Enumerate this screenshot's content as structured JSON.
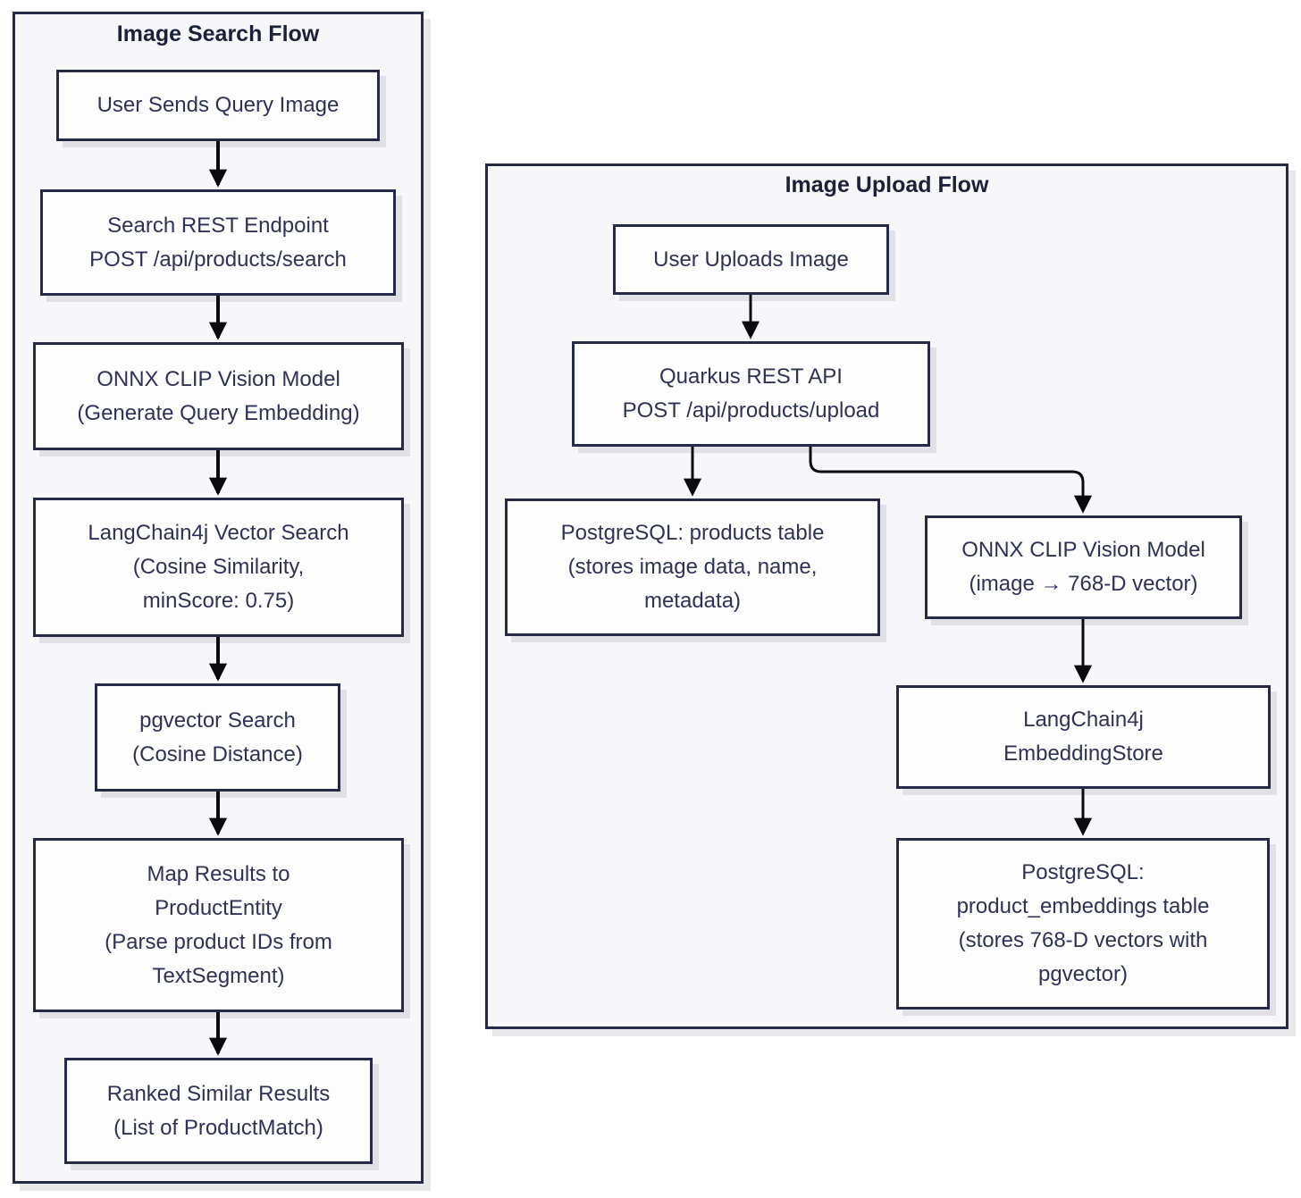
{
  "flows": {
    "search": {
      "title": "Image Search Flow",
      "nodes": {
        "user_query": {
          "lines": [
            "User Sends Query Image"
          ]
        },
        "search_endpoint": {
          "lines": [
            "Search REST Endpoint",
            "POST /api/products/search"
          ]
        },
        "onnx_clip": {
          "lines": [
            "ONNX CLIP Vision Model",
            "(Generate Query Embedding)"
          ]
        },
        "vector_search": {
          "lines": [
            "LangChain4j Vector Search",
            "(Cosine Similarity,",
            "minScore: 0.75)"
          ]
        },
        "pgvector_search": {
          "lines": [
            "pgvector Search",
            "(Cosine Distance)"
          ]
        },
        "map_results": {
          "lines": [
            "Map Results to",
            "ProductEntity",
            "(Parse product IDs from",
            "TextSegment)"
          ]
        },
        "ranked_results": {
          "lines": [
            "Ranked Similar Results",
            "(List of ProductMatch)"
          ]
        }
      }
    },
    "upload": {
      "title": "Image Upload Flow",
      "nodes": {
        "user_upload": {
          "lines": [
            "User Uploads Image"
          ]
        },
        "quarkus_api": {
          "lines": [
            "Quarkus REST API",
            "POST /api/products/upload"
          ]
        },
        "pg_products": {
          "lines": [
            "PostgreSQL: products table",
            "(stores image data, name,",
            "metadata)"
          ]
        },
        "onnx_clip": {
          "lines": [
            "ONNX CLIP Vision Model",
            "(image → 768-D vector)"
          ]
        },
        "embedding_store": {
          "lines": [
            "LangChain4j",
            "EmbeddingStore"
          ]
        },
        "pg_embeddings": {
          "lines": [
            "PostgreSQL:",
            "product_embeddings table",
            "(stores 768-D vectors with",
            "pgvector)"
          ]
        }
      }
    }
  },
  "colors": {
    "node_border": "#262a47",
    "node_fill": "#fdfdfe",
    "container_fill": "#f7f7f9",
    "text": "#2e3255",
    "arrow": "#0b0b0e"
  }
}
